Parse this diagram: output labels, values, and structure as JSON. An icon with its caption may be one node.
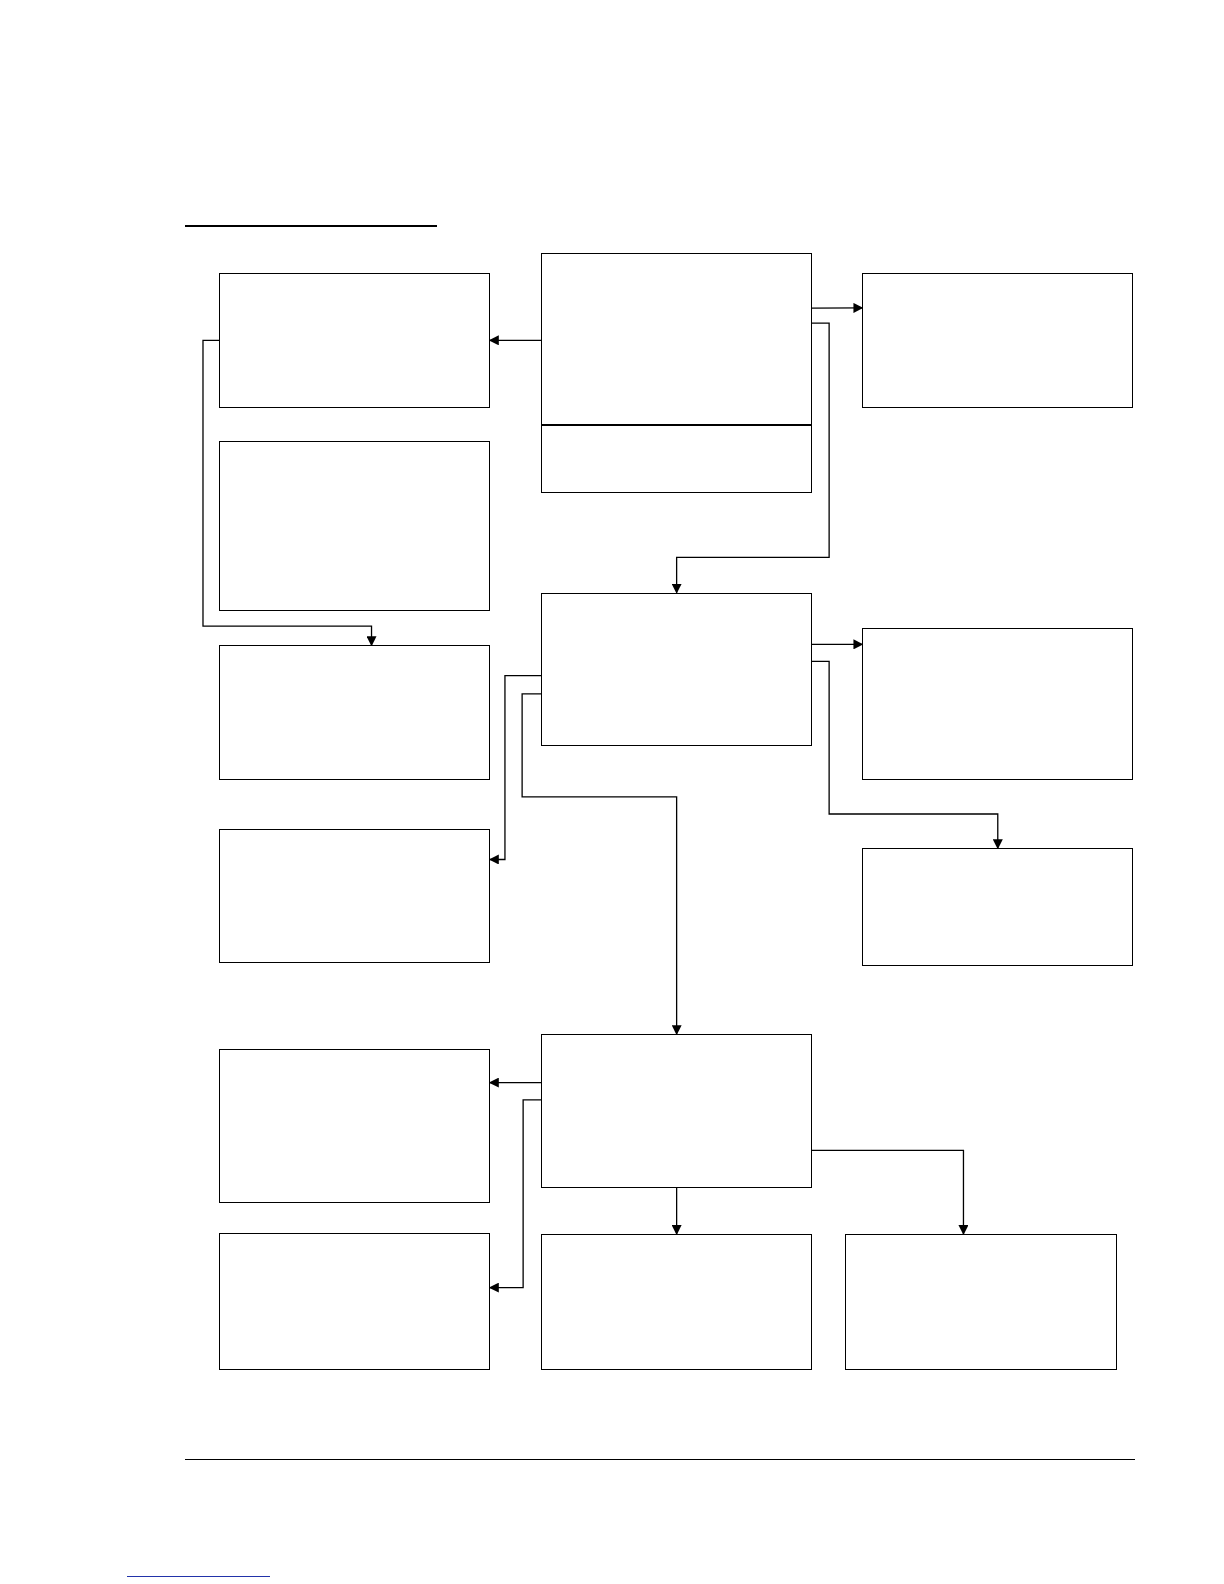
{
  "diagram": {
    "nodes": [
      {
        "text": [],
        "shape": "box"
      },
      {
        "text": [],
        "shape": "box"
      },
      {
        "text": [],
        "shape": "box"
      },
      {
        "text": [],
        "shape": "box"
      },
      {
        "text": [],
        "shape": "box"
      },
      {
        "text": [],
        "shape": "box"
      },
      {
        "text": [],
        "shape": "box"
      },
      {
        "text": [],
        "shape": "box"
      },
      {
        "text": [],
        "shape": "box"
      },
      {
        "text": [],
        "shape": "box"
      },
      {
        "text": [],
        "shape": "box"
      },
      {
        "text": [],
        "shape": "box"
      },
      {
        "text": [],
        "shape": "box"
      },
      {
        "text": [],
        "shape": "box"
      },
      {
        "text": [],
        "shape": "box"
      }
    ],
    "edges": [
      {
        "from": 1,
        "to": 0,
        "arrow": "to"
      },
      {
        "from": 1,
        "to": 3,
        "arrow": "to"
      },
      {
        "from": 1,
        "to": 5,
        "arrow": "to"
      },
      {
        "from": 0,
        "to": 7,
        "arrow": "to"
      },
      {
        "from": 5,
        "to": 6,
        "arrow": "to"
      },
      {
        "from": 5,
        "to": 9,
        "arrow": "to"
      },
      {
        "from": 5,
        "to": 8,
        "arrow": "to"
      },
      {
        "from": 5,
        "to": 11,
        "arrow": "to"
      },
      {
        "from": 11,
        "to": 10,
        "arrow": "to"
      },
      {
        "from": 11,
        "to": 12,
        "arrow": "to"
      },
      {
        "from": 11,
        "to": 13,
        "arrow": "to"
      },
      {
        "from": 11,
        "to": 14,
        "arrow": "to"
      }
    ]
  }
}
